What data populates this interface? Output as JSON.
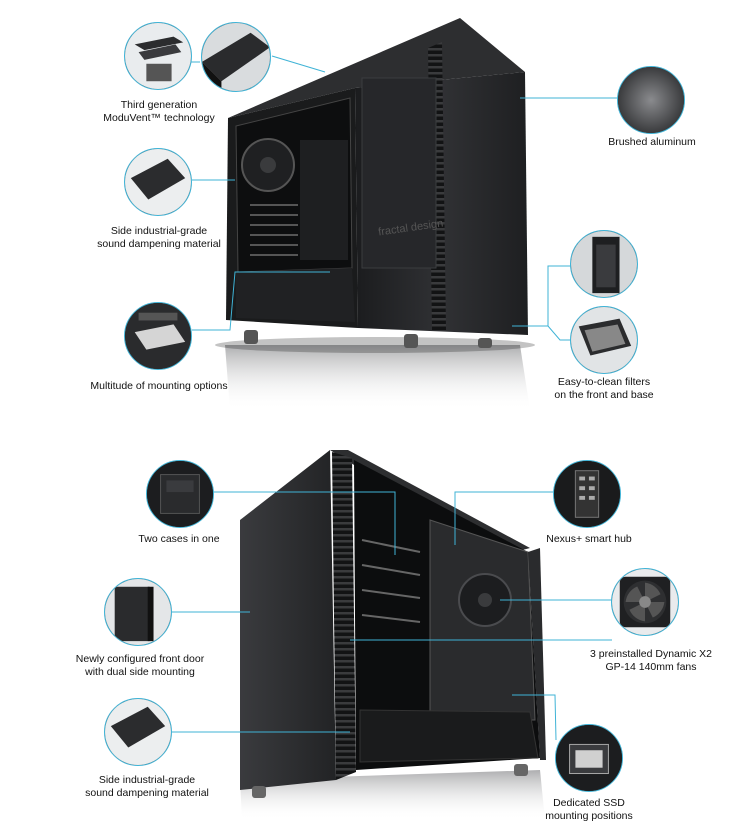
{
  "colors": {
    "accent": "#3fb3d6",
    "case": "#2a2b2d",
    "case_dark": "#151617",
    "background": "#ffffff"
  },
  "top_panel": {
    "callouts": [
      {
        "id": "moduvent",
        "lines": [
          "Third generation",
          "ModuVent™ technology"
        ]
      },
      {
        "id": "brushed",
        "lines": [
          "Brushed aluminum"
        ]
      },
      {
        "id": "dampening",
        "lines": [
          "Side industrial-grade",
          "sound dampening material"
        ]
      },
      {
        "id": "mounting",
        "lines": [
          "Multitude of mounting options"
        ]
      },
      {
        "id": "filters",
        "lines": [
          "Easy-to-clean filters",
          "on the front and base"
        ]
      }
    ],
    "logo_text": "fractal design"
  },
  "bottom_panel": {
    "callouts": [
      {
        "id": "two-cases",
        "lines": [
          "Two cases in one"
        ]
      },
      {
        "id": "nexus",
        "lines": [
          "Nexus+ smart hub"
        ]
      },
      {
        "id": "front-door",
        "lines": [
          "Newly configured front door",
          "with dual side mounting"
        ]
      },
      {
        "id": "fans",
        "lines": [
          "3 preinstalled Dynamic X2",
          "GP-14 140mm fans"
        ]
      },
      {
        "id": "dampening2",
        "lines": [
          "Side industrial-grade",
          "sound dampening material"
        ]
      },
      {
        "id": "ssd",
        "lines": [
          "Dedicated SSD",
          "mounting positions"
        ]
      }
    ]
  },
  "icons": [
    "moduvent-filter-icon",
    "top-panel-icon",
    "brushed-aluminum-icon",
    "dampening-pad-icon",
    "drive-bay-icon",
    "front-filter-icon",
    "base-filter-icon",
    "case-interior-icon",
    "smart-hub-icon",
    "front-door-icon",
    "fan-icon",
    "dampening-pad-icon-2",
    "ssd-bracket-icon"
  ]
}
